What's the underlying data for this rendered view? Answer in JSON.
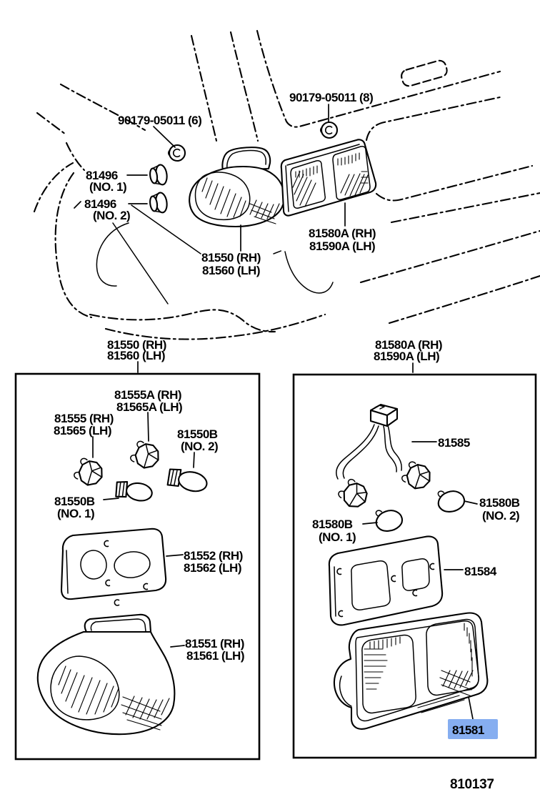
{
  "top": {
    "screws_left_label": "90179-05011 (6)",
    "screws_right_label": "90179-05011 (8)",
    "plug1_label": "81496",
    "plug1_note": "(NO. 1)",
    "plug2_label": "81496",
    "plug2_note": "(NO. 2)",
    "lamp_label_rh": "81550 (RH)",
    "lamp_label_lh": "81560 (LH)",
    "garnish_label_rh": "81580A (RH)",
    "garnish_label_lh": "81590A (LH)"
  },
  "left_box": {
    "header_rh": "81550 (RH)",
    "header_lh": "81560 (LH)",
    "socket_a_rh": "81555A (RH)",
    "socket_a_lh": "81565A (LH)",
    "socket_rh": "81555 (RH)",
    "socket_lh": "81565 (LH)",
    "bulb2_label": "81550B",
    "bulb2_note": "(NO. 2)",
    "bulb1_label": "81550B",
    "bulb1_note": "(NO. 1)",
    "gasket_rh": "81552 (RH)",
    "gasket_lh": "81562 (LH)",
    "lens_rh": "81551 (RH)",
    "lens_lh": "81561 (LH)"
  },
  "right_box": {
    "header_rh": "81580A (RH)",
    "header_lh": "81590A (LH)",
    "harness_label": "81585",
    "bulb2_label": "81580B",
    "bulb2_note": "(NO. 2)",
    "bulb1_label": "81580B",
    "bulb1_note": "(NO. 1)",
    "gasket_label": "81584",
    "lens_label": "81581"
  },
  "footer": {
    "figure_code": "810137"
  },
  "highlight": {
    "background": "#86AEF0",
    "text_color": "#16357E"
  }
}
